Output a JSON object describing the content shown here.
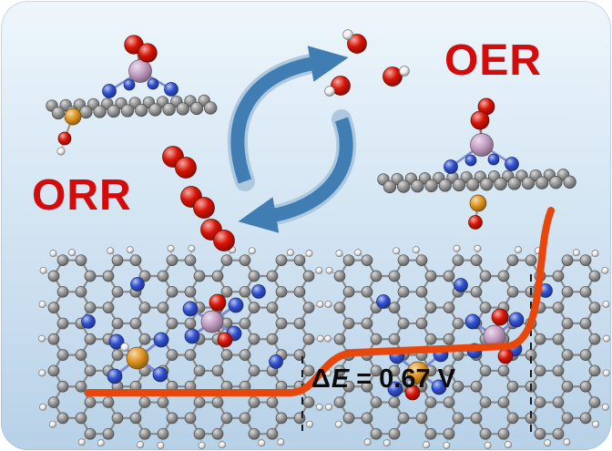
{
  "figure": {
    "labels": {
      "oer": "OER",
      "orr": "ORR"
    },
    "annotation": {
      "delta": "Δ",
      "symbol": "E",
      "value": "= 0.67 V"
    },
    "colors": {
      "background_top": "#eef6fb",
      "background_bottom": "#b7d1e7",
      "label_red": "#d40b0b",
      "arrow_blue": "#3f7db2",
      "curve_orange": "#e8470c",
      "dash_black": "#1a1a1a",
      "carbon_gray": "#969696",
      "nitrogen_blue": "#3050d2",
      "metal_pink": "#c49ec4",
      "metal_orange": "#e0951f",
      "oxygen_red": "#d81303",
      "hydrogen_white": "#f0f0f0"
    }
  }
}
